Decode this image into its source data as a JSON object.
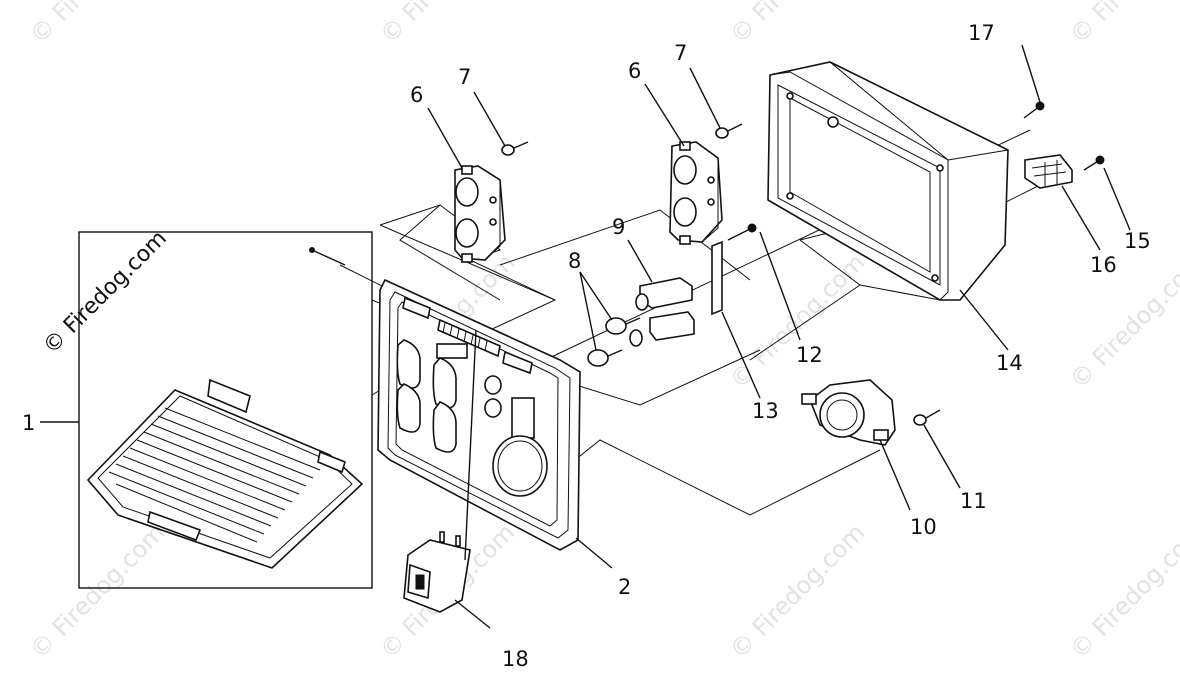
{
  "watermark": {
    "text": "© Firedog.com",
    "inset_text": "© Firedog.com"
  },
  "callouts": [
    {
      "id": "c1",
      "label": "1"
    },
    {
      "id": "c2",
      "label": "2"
    },
    {
      "id": "c6a",
      "label": "6"
    },
    {
      "id": "c7a",
      "label": "7"
    },
    {
      "id": "c6b",
      "label": "6"
    },
    {
      "id": "c7b",
      "label": "7"
    },
    {
      "id": "c8",
      "label": "8"
    },
    {
      "id": "c9",
      "label": "9"
    },
    {
      "id": "c10",
      "label": "10"
    },
    {
      "id": "c11",
      "label": "11"
    },
    {
      "id": "c12",
      "label": "12"
    },
    {
      "id": "c13",
      "label": "13"
    },
    {
      "id": "c14",
      "label": "14"
    },
    {
      "id": "c15",
      "label": "15"
    },
    {
      "id": "c16",
      "label": "16"
    },
    {
      "id": "c17",
      "label": "17"
    },
    {
      "id": "c18",
      "label": "18"
    }
  ]
}
